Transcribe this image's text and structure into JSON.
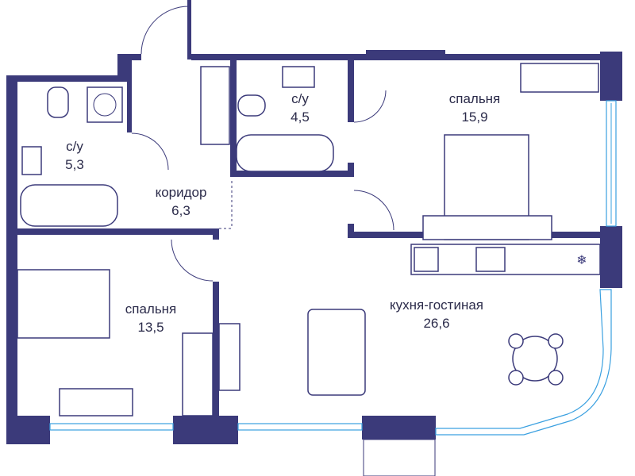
{
  "plan": {
    "rooms": [
      {
        "id": "bath-left",
        "name": "с/у",
        "area": "5,3"
      },
      {
        "id": "bath-top",
        "name": "с/у",
        "area": "4,5"
      },
      {
        "id": "bedroom-1",
        "name": "спальня",
        "area": "15,9"
      },
      {
        "id": "corridor",
        "name": "коридор",
        "area": "6,3"
      },
      {
        "id": "bedroom-2",
        "name": "спальня",
        "area": "13,5"
      },
      {
        "id": "kitchen",
        "name": "кухня-гостиная",
        "area": "26,6"
      }
    ],
    "icons": {
      "fridge": "snowflake-icon"
    },
    "colors": {
      "wall": "#3b3a7a",
      "window": "#3aa0e0",
      "text": "#2b2b4a"
    }
  }
}
